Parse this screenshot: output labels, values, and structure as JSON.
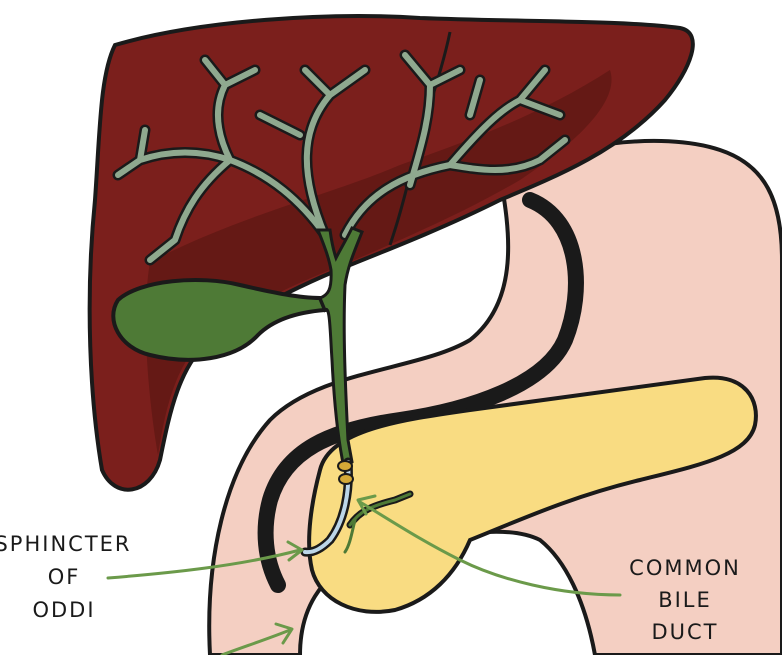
{
  "labels": {
    "sphincter": [
      "SPHINCTER",
      "OF",
      "ODDI"
    ],
    "common_bile_duct": [
      "COMMON",
      "BILE",
      "DUCT"
    ]
  },
  "colors": {
    "liver": "#7b1f1c",
    "liver_dark": "#651915",
    "bile_tree": "#8fa98f",
    "gallbladder": "#4e7a36",
    "duodenum": "#f4cfc2",
    "pancreas": "#f9dc82",
    "arrow": "#6b9a4a",
    "outline": "#1a1a1a"
  }
}
